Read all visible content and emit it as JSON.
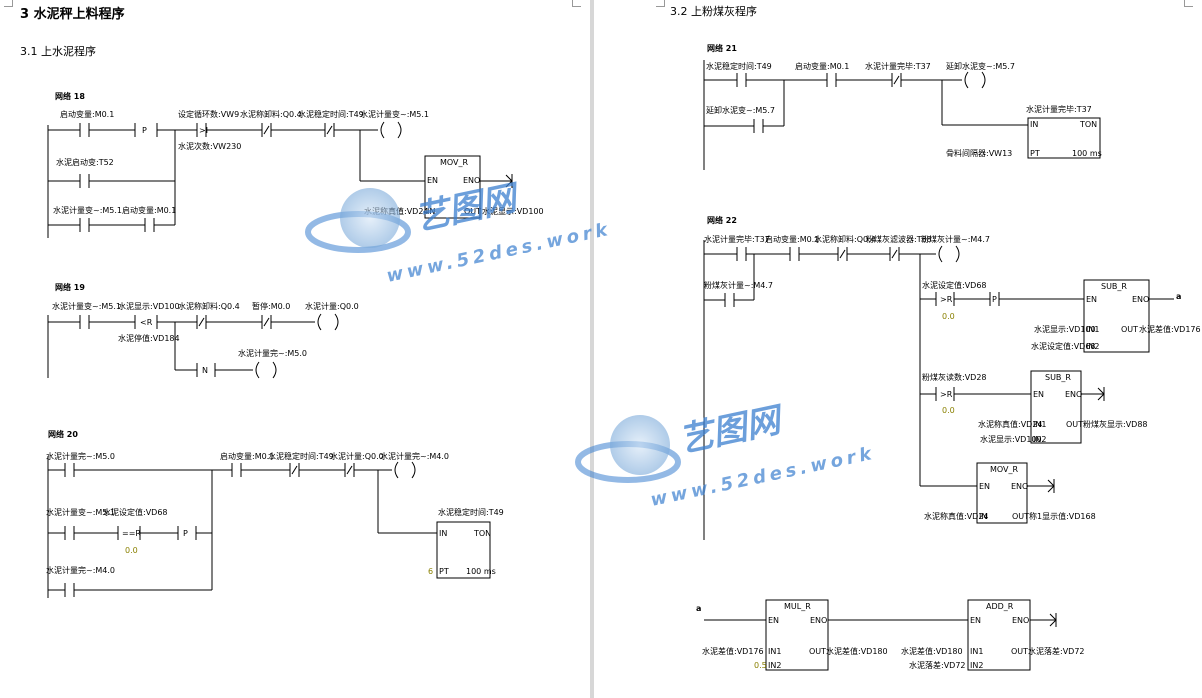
{
  "left": {
    "section_title": "3  水泥秤上料程序",
    "subsection_title": "3.1 上水泥程序",
    "net18": {
      "title": "网络 18",
      "labels": [
        "启动变量:M0.1",
        "P",
        "设定循环数:VW9",
        "水泥称卸料:Q0.4",
        "水泥稳定时间:T49",
        "水泥计量变~:M5.1",
        ">I",
        "水泥次数:VW230",
        "水泥启动变:T52",
        "水泥计量变~:M5.1",
        "启动变量:M0.1",
        "MOV_R",
        "EN",
        "ENO",
        "水泥称真值:VD24",
        "IN",
        "OUT",
        "水泥显示:VD100"
      ]
    },
    "net19": {
      "title": "网络 19",
      "labels": [
        "水泥计量变~:M5.1",
        "水泥显示:VD100",
        "水泥称卸料:Q0.4",
        "暂停:M0.0",
        "水泥计量:Q0.0",
        "<R",
        "水泥停值:VD184",
        "N",
        "水泥计量完~:M5.0"
      ]
    },
    "net20": {
      "title": "网络 20",
      "labels": [
        "水泥计量完~:M5.0",
        "启动变量:M0.1",
        "水泥稳定时间:T49",
        "水泥计量:Q0.0",
        "水泥计量完~:M4.0",
        "水泥计量变~:M5.1",
        "水泥设定值:VD68",
        "==R",
        "0.0",
        "P",
        "水泥稳定时间:T49",
        "IN",
        "TON",
        "水泥计量完~:M4.0",
        "6",
        "PT",
        "100 ms"
      ]
    }
  },
  "right": {
    "subsection_title": "3.2 上粉煤灰程序",
    "net21": {
      "title": "网络 21",
      "labels": [
        "水泥稳定时间:T49",
        "启动变量:M0.1",
        "水泥计量完毕:T37",
        "延卸水泥变~:M5.7",
        "延卸水泥变~:M5.7",
        "水泥计量完毕:T37",
        "IN",
        "TON",
        "骨料间隔器:VW13",
        "PT",
        "100 ms"
      ]
    },
    "net22": {
      "title": "网络 22",
      "labels": [
        "水泥计量完毕:T37",
        "启动变量:M0.1",
        "水泥称卸料:Q0.4",
        "粉煤灰滤波器:T38",
        "粉煤灰计量~:M4.7",
        "粉煤灰计量~:M4.7",
        "水泥设定值:VD68",
        ">R",
        "0.0",
        "P",
        "SUB_R",
        "EN",
        "ENO",
        "a",
        "水泥显示:VD100",
        "IN1",
        "OUT",
        "水泥差值:VD176",
        "水泥设定值:VD68",
        "IN2",
        "粉煤灰读数:VD28",
        ">R",
        "0.0",
        "SUB_R",
        "EN",
        "ENO",
        "水泥称真值:VD24",
        "IN1",
        "OUT",
        "粉煤灰显示:VD88",
        "水泥显示:VD100",
        "IN2",
        "MOV_R",
        "EN",
        "ENO",
        "水泥称真值:VD24",
        "IN",
        "OUT",
        "称1显示值:VD168"
      ]
    },
    "bottom": {
      "labels": [
        "a",
        "MUL_R",
        "EN",
        "ENO",
        "水泥差值:VD176",
        "IN1",
        "OUT",
        "水泥差值:VD180",
        "0.5",
        "IN2",
        "ADD_R",
        "EN",
        "ENO",
        "水泥差值:VD180",
        "IN1",
        "OUT",
        "水泥落差:VD72",
        "水泥落差:VD72",
        "IN2"
      ]
    }
  },
  "watermark": {
    "brand": "艺图网",
    "url": "www.52des.work"
  }
}
